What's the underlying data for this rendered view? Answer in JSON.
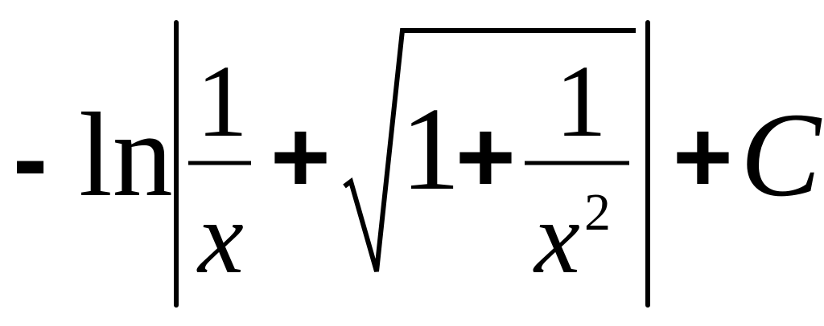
{
  "formula": {
    "minus": "-",
    "ln": "ln",
    "frac1_numerator": "1",
    "frac1_denominator": "x",
    "plus1": "+",
    "sqrt_one": "1",
    "plus2": "+",
    "frac2_numerator": "1",
    "frac2_denominator": "x",
    "exponent": "2",
    "plus3": "+",
    "constant": "C"
  }
}
